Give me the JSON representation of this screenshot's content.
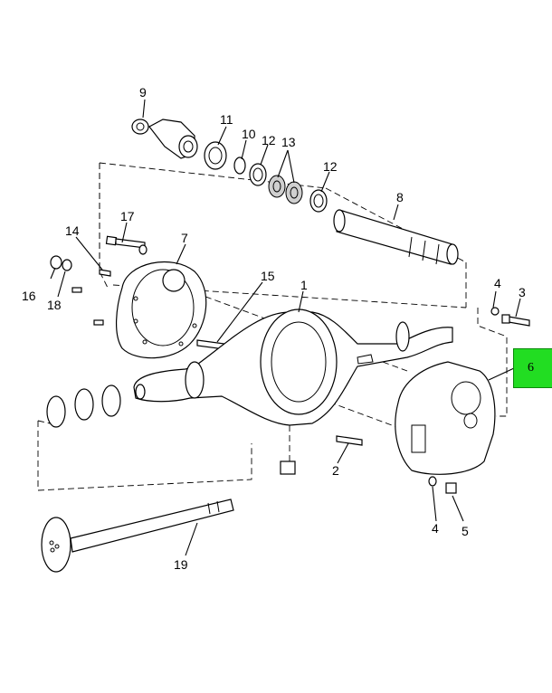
{
  "diagram": {
    "callouts": [
      "9",
      "11",
      "10",
      "12",
      "13",
      "12",
      "8",
      "17",
      "14",
      "7",
      "16",
      "18",
      "15",
      "1",
      "4",
      "3",
      "6",
      "2",
      "4",
      "5",
      "19"
    ],
    "highlight": {
      "label": "6",
      "color": "#22dd22"
    }
  }
}
